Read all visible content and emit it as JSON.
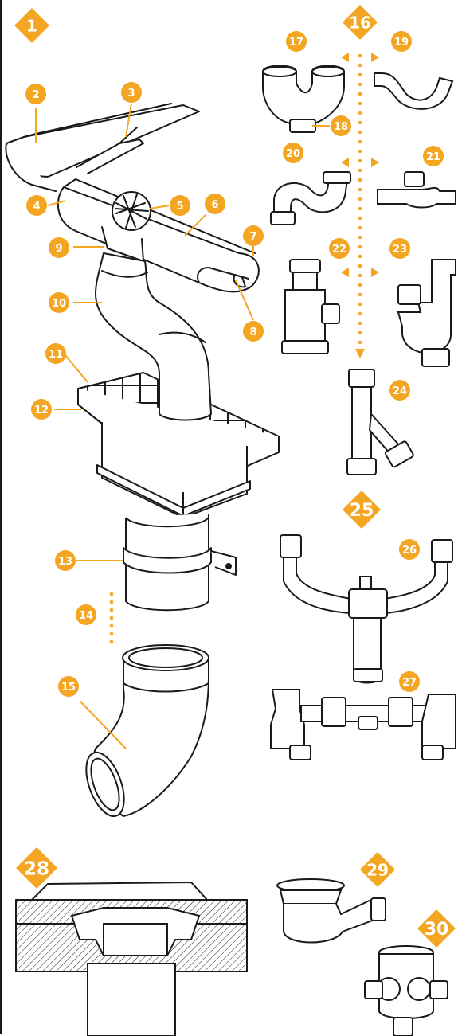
{
  "colors": {
    "accent": "#f4a623",
    "line": "#1a1a1a",
    "label_text": "#ffffff"
  },
  "section_markers": [
    {
      "id": "1",
      "label": "1"
    },
    {
      "id": "16",
      "label": "16"
    },
    {
      "id": "25",
      "label": "25"
    },
    {
      "id": "28",
      "label": "28"
    },
    {
      "id": "29",
      "label": "29"
    },
    {
      "id": "30",
      "label": "30"
    }
  ],
  "callouts": [
    {
      "id": "2",
      "label": "2"
    },
    {
      "id": "3",
      "label": "3"
    },
    {
      "id": "4",
      "label": "4"
    },
    {
      "id": "5",
      "label": "5"
    },
    {
      "id": "6",
      "label": "6"
    },
    {
      "id": "7",
      "label": "7"
    },
    {
      "id": "8",
      "label": "8"
    },
    {
      "id": "9",
      "label": "9"
    },
    {
      "id": "10",
      "label": "10"
    },
    {
      "id": "11",
      "label": "11"
    },
    {
      "id": "12",
      "label": "12"
    },
    {
      "id": "13",
      "label": "13"
    },
    {
      "id": "14",
      "label": "14"
    },
    {
      "id": "15",
      "label": "15"
    },
    {
      "id": "17",
      "label": "17"
    },
    {
      "id": "18",
      "label": "18"
    },
    {
      "id": "19",
      "label": "19"
    },
    {
      "id": "20",
      "label": "20"
    },
    {
      "id": "21",
      "label": "21"
    },
    {
      "id": "22",
      "label": "22"
    },
    {
      "id": "23",
      "label": "23"
    },
    {
      "id": "24",
      "label": "24"
    },
    {
      "id": "26",
      "label": "26"
    },
    {
      "id": "27",
      "label": "27"
    }
  ],
  "illustrations": [
    "gutter-assembly-icon",
    "gutter-grate-icon",
    "pipe-bend-icon",
    "double-trap-icon",
    "s-trap-icon",
    "bottle-trap-icon",
    "y-branch-icon",
    "double-sink-trap-icon",
    "floor-drain-icon",
    "shower-trap-icon",
    "multi-inlet-trap-icon"
  ]
}
